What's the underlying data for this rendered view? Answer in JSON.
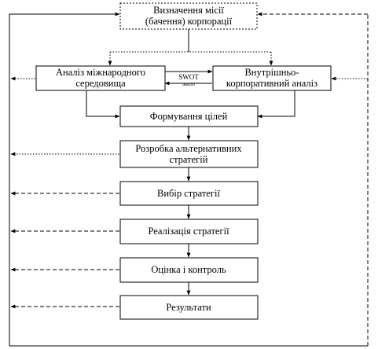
{
  "nodes": {
    "mission": {
      "line1": "Визначення місії",
      "line2": "(бачення) корпорації"
    },
    "env": {
      "line1": "Аналіз міжнародного",
      "line2": "середовища"
    },
    "internal": {
      "line1": "Внутрішньо-",
      "line2": "корпоративний аналіз"
    },
    "swot": {
      "main": "SWOT",
      "sub": "аналіз"
    },
    "goals": {
      "label": "Формування цілей"
    },
    "alternatives": {
      "line1": "Розробка альтернативних",
      "line2": "стратегій"
    },
    "choice": {
      "label": "Вибір стратегії"
    },
    "implementation": {
      "label": "Реалізація стратегії"
    },
    "evaluation": {
      "label": "Оцінка і контроль"
    },
    "results": {
      "label": "Результати"
    }
  }
}
